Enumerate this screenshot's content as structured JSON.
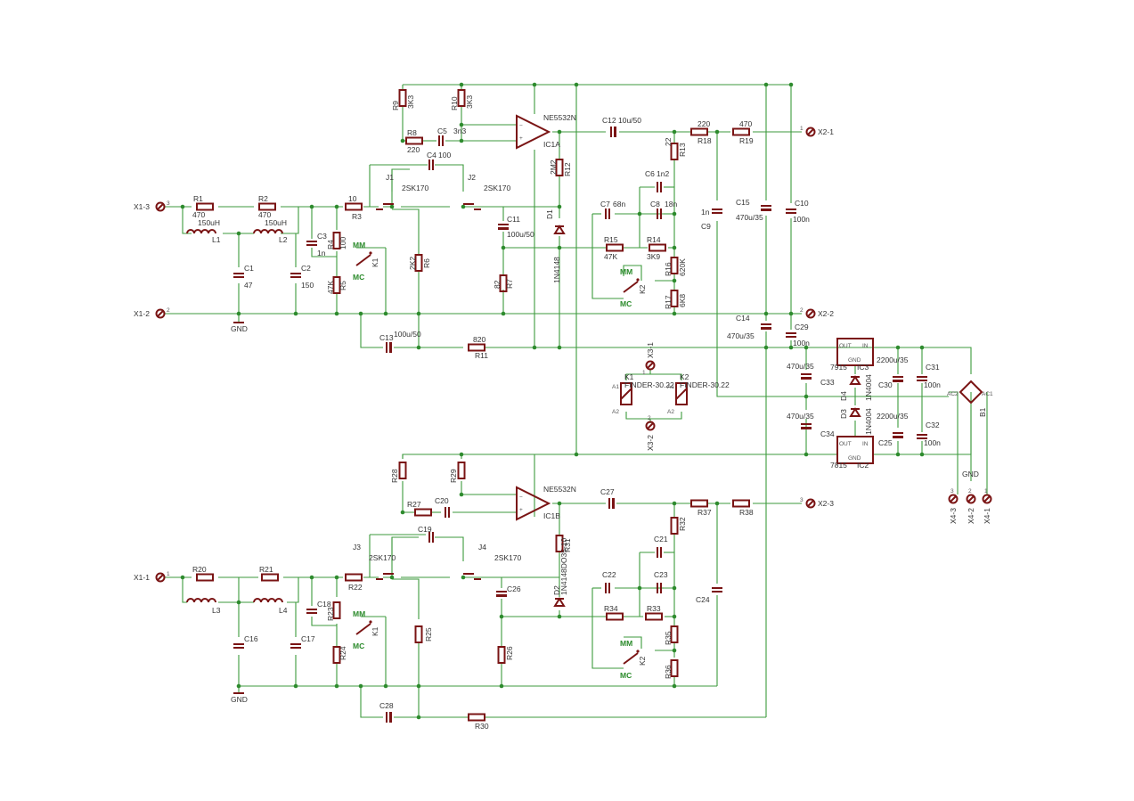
{
  "colors": {
    "wire": "#3d9a3d",
    "part": "#7a1414",
    "text": "#333333",
    "switch_text": "#2a8a2a"
  },
  "resistors": [
    {
      "id": "R1",
      "value": "470"
    },
    {
      "id": "R2",
      "value": "470"
    },
    {
      "id": "R3",
      "value": "10"
    },
    {
      "id": "R4",
      "value": "100"
    },
    {
      "id": "R5",
      "value": "47K"
    },
    {
      "id": "R6",
      "value": "2K2"
    },
    {
      "id": "R7",
      "value": "82"
    },
    {
      "id": "R8",
      "value": "220"
    },
    {
      "id": "R9",
      "value": "3K3"
    },
    {
      "id": "R10",
      "value": "3K3"
    },
    {
      "id": "R11",
      "value": "820"
    },
    {
      "id": "R12",
      "value": "2M2"
    },
    {
      "id": "R13",
      "value": "22"
    },
    {
      "id": "R14",
      "value": "3K9"
    },
    {
      "id": "R15",
      "value": "47K"
    },
    {
      "id": "R16",
      "value": "620K"
    },
    {
      "id": "R17",
      "value": "6K8"
    },
    {
      "id": "R18",
      "value": "220"
    },
    {
      "id": "R19",
      "value": "470"
    },
    {
      "id": "R20",
      "value": ""
    },
    {
      "id": "R21",
      "value": ""
    },
    {
      "id": "R22",
      "value": ""
    },
    {
      "id": "R23",
      "value": ""
    },
    {
      "id": "R24",
      "value": ""
    },
    {
      "id": "R25",
      "value": ""
    },
    {
      "id": "R26",
      "value": ""
    },
    {
      "id": "R27",
      "value": ""
    },
    {
      "id": "R28",
      "value": ""
    },
    {
      "id": "R29",
      "value": ""
    },
    {
      "id": "R30",
      "value": ""
    },
    {
      "id": "R31",
      "value": ""
    },
    {
      "id": "R32",
      "value": ""
    },
    {
      "id": "R33",
      "value": ""
    },
    {
      "id": "R34",
      "value": ""
    },
    {
      "id": "R35",
      "value": ""
    },
    {
      "id": "R36",
      "value": ""
    },
    {
      "id": "R37",
      "value": ""
    },
    {
      "id": "R38",
      "value": ""
    }
  ],
  "capacitors": [
    {
      "id": "C1",
      "value": "47"
    },
    {
      "id": "C2",
      "value": "150"
    },
    {
      "id": "C3",
      "value": "1n"
    },
    {
      "id": "C4",
      "value": "100"
    },
    {
      "id": "C5",
      "value": "3n3"
    },
    {
      "id": "C6",
      "value": "1n2"
    },
    {
      "id": "C7",
      "value": "68n"
    },
    {
      "id": "C8",
      "value": "18n"
    },
    {
      "id": "C9",
      "value": "1n"
    },
    {
      "id": "C10",
      "value": "100n"
    },
    {
      "id": "C11",
      "value": "100u/50"
    },
    {
      "id": "C12",
      "value": "10u/50"
    },
    {
      "id": "C13",
      "value": "100u/50"
    },
    {
      "id": "C14",
      "value": "470u/35"
    },
    {
      "id": "C15",
      "value": "470u/35"
    },
    {
      "id": "C29",
      "value": "100n"
    },
    {
      "id": "C30",
      "value": "2200u/35"
    },
    {
      "id": "C31",
      "value": "100n"
    },
    {
      "id": "C32",
      "value": "100n"
    },
    {
      "id": "C33",
      "value": "470u/35"
    },
    {
      "id": "C34",
      "value": "470u/35"
    },
    {
      "id": "C25",
      "value": "2200u/35"
    },
    {
      "id": "C16",
      "value": ""
    },
    {
      "id": "C17",
      "value": ""
    },
    {
      "id": "C18",
      "value": ""
    },
    {
      "id": "C19",
      "value": ""
    },
    {
      "id": "C20",
      "value": ""
    },
    {
      "id": "C21",
      "value": ""
    },
    {
      "id": "C22",
      "value": ""
    },
    {
      "id": "C23",
      "value": ""
    },
    {
      "id": "C24",
      "value": ""
    },
    {
      "id": "C26",
      "value": ""
    },
    {
      "id": "C27",
      "value": ""
    },
    {
      "id": "C28",
      "value": ""
    }
  ],
  "inductors": [
    {
      "id": "L1",
      "value": "150uH"
    },
    {
      "id": "L2",
      "value": "150uH"
    },
    {
      "id": "L3",
      "value": ""
    },
    {
      "id": "L4",
      "value": ""
    }
  ],
  "semis": {
    "jfets": [
      {
        "id": "J1",
        "value": "2SK170"
      },
      {
        "id": "J2",
        "value": "2SK170"
      },
      {
        "id": "J3",
        "value": "2SK170"
      },
      {
        "id": "J4",
        "value": "2SK170"
      }
    ],
    "opamps": [
      {
        "id": "IC1A",
        "value": "NE5532N"
      },
      {
        "id": "IC1B",
        "value": "NE5532N"
      }
    ],
    "diodes": [
      {
        "id": "D1",
        "value": "1N4148"
      },
      {
        "id": "D2",
        "value": "1N4148DO35-10"
      },
      {
        "id": "D3",
        "value": "1N4004"
      },
      {
        "id": "D4",
        "value": "1N4004"
      }
    ],
    "regulators": [
      {
        "id": "IC3",
        "value": "7915",
        "out": "OUT",
        "in": "IN",
        "gnd": "GND"
      },
      {
        "id": "IC2",
        "value": "7815",
        "out": "OUT",
        "in": "IN",
        "gnd": "GND"
      }
    ],
    "bridge": {
      "id": "B1",
      "pins": [
        "AC2",
        "AC1"
      ]
    }
  },
  "relays": [
    {
      "id": "K1",
      "value": "FINDER-30.22",
      "a1": "A1",
      "a2": "A2"
    },
    {
      "id": "K2",
      "value": "FINDER-30.22",
      "a1": "A1",
      "a2": "A2"
    }
  ],
  "switches": {
    "mm": "MM",
    "mc": "MC",
    "k1": "K1",
    "k2": "K2"
  },
  "connectors": [
    {
      "id": "X1-3",
      "pin": "3"
    },
    {
      "id": "X1-2",
      "pin": "2"
    },
    {
      "id": "X1-1",
      "pin": "1"
    },
    {
      "id": "X2-1",
      "pin": "1"
    },
    {
      "id": "X2-2",
      "pin": "2"
    },
    {
      "id": "X2-3",
      "pin": "3"
    },
    {
      "id": "X3-1",
      "pin": "1"
    },
    {
      "id": "X3-2",
      "pin": "2"
    },
    {
      "id": "X4-3",
      "pin": "3"
    },
    {
      "id": "X4-2",
      "pin": "2"
    },
    {
      "id": "X4-1",
      "pin": "1"
    }
  ],
  "gnd_labels": [
    "GND",
    "GND",
    "GND"
  ]
}
